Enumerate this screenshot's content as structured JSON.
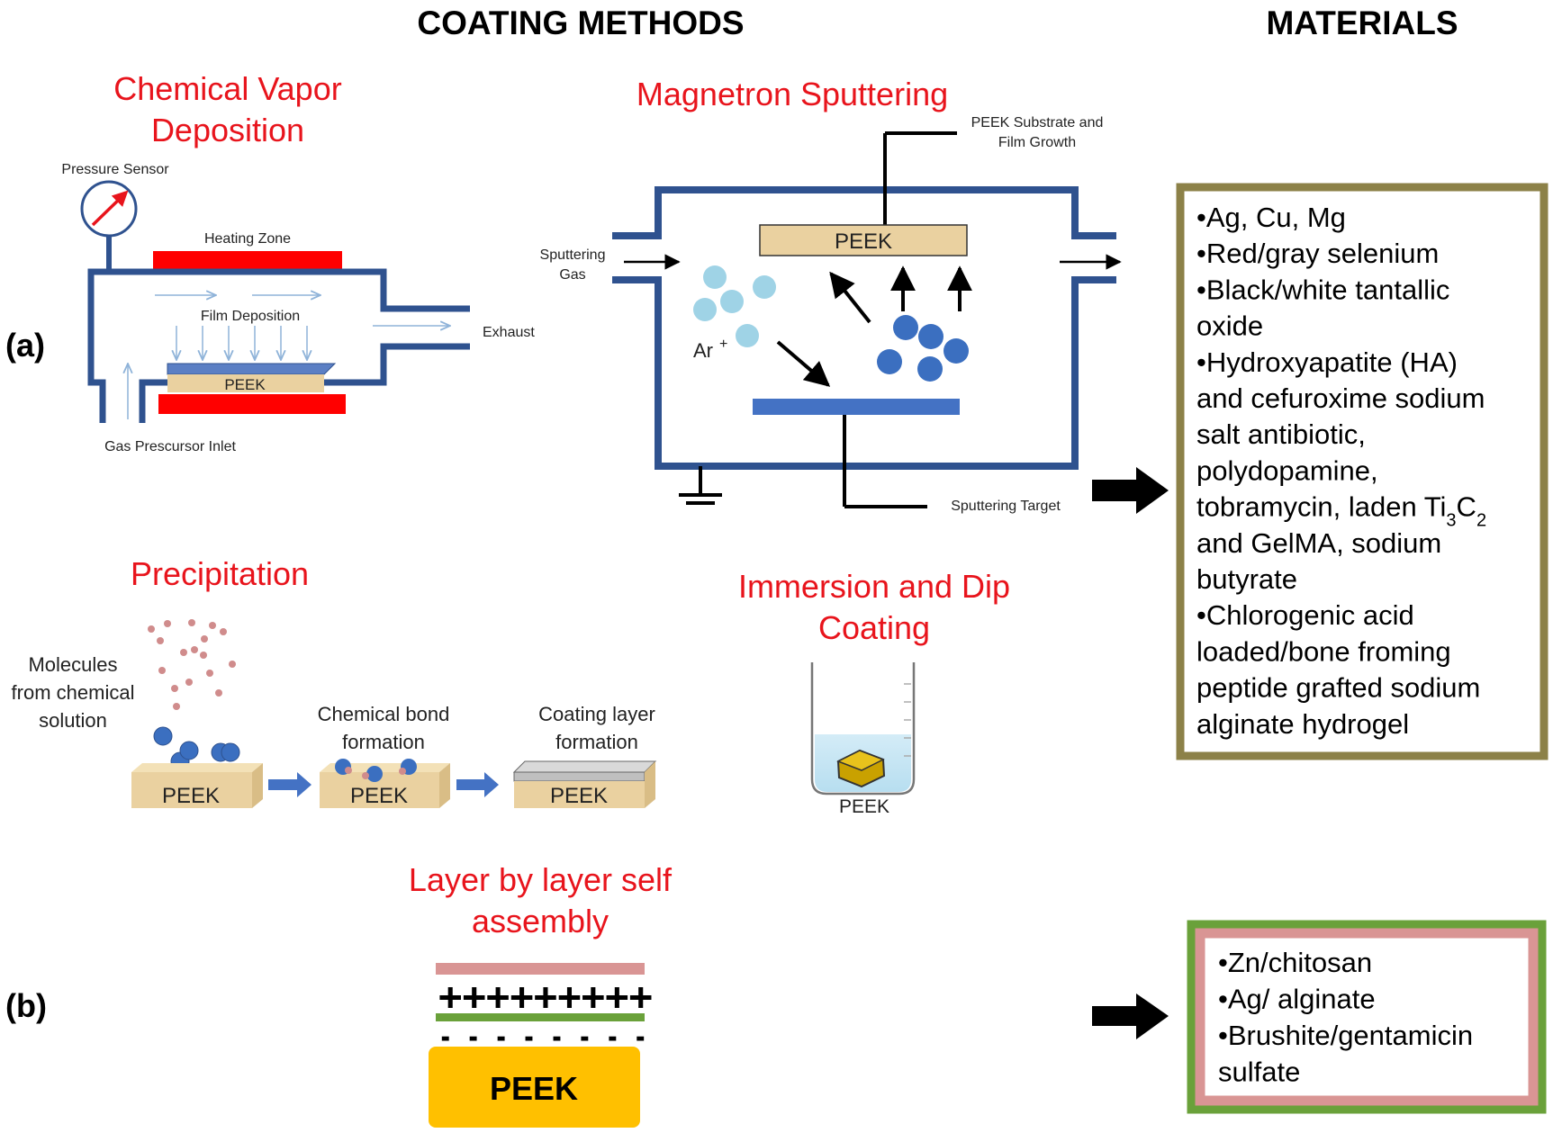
{
  "headings": {
    "coating_methods": "COATING METHODS",
    "materials": "MATERIALS"
  },
  "panels": {
    "a": "(a)",
    "b": "(b)"
  },
  "cvd": {
    "title_line1": "Chemical  Vapor",
    "title_line2": "Deposition",
    "pressure_sensor": "Pressure Sensor",
    "heating_zone": "Heating Zone",
    "film_deposition": "Film Deposition",
    "exhaust": "Exhaust",
    "gas_inlet": "Gas Prescursor Inlet",
    "substrate": "PEEK"
  },
  "sputtering": {
    "title": "Magnetron  Sputtering",
    "substrate_label_line1": "PEEK Substrate and",
    "substrate_label_line2": "Film Growth",
    "gas_label_line1": "Sputtering",
    "gas_label_line2": "Gas",
    "ion_label": "Ar",
    "ion_charge": "+",
    "target_label": "Sputtering Target",
    "substrate": "PEEK"
  },
  "precipitation": {
    "title": "Precipitation",
    "molecules_line1": "Molecules",
    "molecules_line2": "from chemical",
    "molecules_line3": "solution",
    "bond_line1": "Chemical bond",
    "bond_line2": "formation",
    "layer_line1": "Coating layer",
    "layer_line2": "formation",
    "substrate": "PEEK"
  },
  "immersion": {
    "title_line1": "Immersion  and  Dip",
    "title_line2": "Coating",
    "substrate": "PEEK"
  },
  "lbl": {
    "title_line1": "Layer  by  layer  self",
    "title_line2": "assembly",
    "plus_row": "+++++++++",
    "minus_row": "- - - - - - - -",
    "substrate": "PEEK"
  },
  "materials_a": {
    "lines": [
      "•Ag, Cu, Mg",
      "•Red/gray selenium",
      "•Black/white tantallic",
      "oxide",
      "•Hydroxyapatite (HA)",
      "and cefuroxime sodium",
      "salt antibiotic,",
      "polydopamine,",
      "tobramycin, laden Ti",
      "and GelMA, sodium",
      "butyrate",
      "•Chlorogenic acid",
      "loaded/bone froming",
      "peptide grafted sodium",
      "alginate hydrogel"
    ],
    "sub3": "3",
    "c_letter": "C",
    "sub2": "2"
  },
  "materials_b": {
    "lines": [
      "•Zn/chitosan",
      "•Ag/ alginate",
      "•Brushite/gentamicin",
      "sulfate"
    ]
  },
  "colors": {
    "title_red": "#e8141c",
    "chamber_blue": "#2f528f",
    "heater_red": "#ff0000",
    "peek_wood": "#ead1a0",
    "particle_light": "#9fd3e6",
    "particle_dark": "#3b6fc0",
    "materials_border_a": "#8c8148",
    "materials_border_b": "#6aa13a",
    "lbl_pink": "#d99594",
    "lbl_green": "#6aa13a",
    "lbl_peek": "#ffc000"
  }
}
